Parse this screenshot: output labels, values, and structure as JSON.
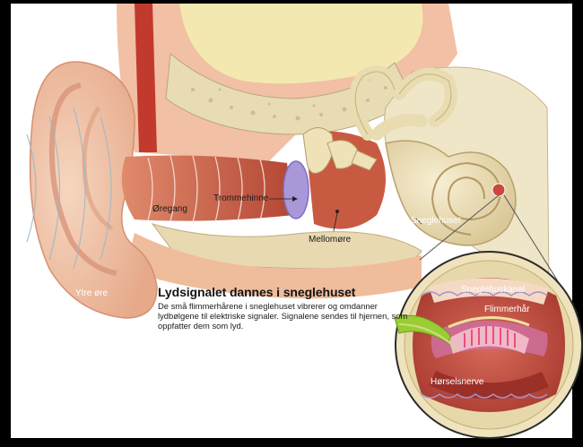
{
  "labels": {
    "tympanic": "Trommehinne",
    "canal": "Øregang",
    "middle": "Mellomøre",
    "cochlea": "Sneglehuset",
    "outer": "Ytre øre",
    "cochlear_duct": "Sneglehuskanal",
    "hair_cells": "Flimmerhår",
    "nerve": "Hørselsnerve"
  },
  "caption": {
    "title": "Lydsignalet dannes i sneglehuset",
    "body": "De små flimmerhårene i sneglehuset vibrerer og omdanner lydbølgene til elektriske signaler. Signalene sendes til hjernen, som oppfatter dem som lyd."
  },
  "colors": {
    "background": "#ffffff",
    "frame": "#000000",
    "skin": "#f0c5a8",
    "canal": "#c85a40",
    "bone": "#e8dcb5",
    "eardrum": "#a898d8",
    "cochlea": "#ece0bc"
  }
}
